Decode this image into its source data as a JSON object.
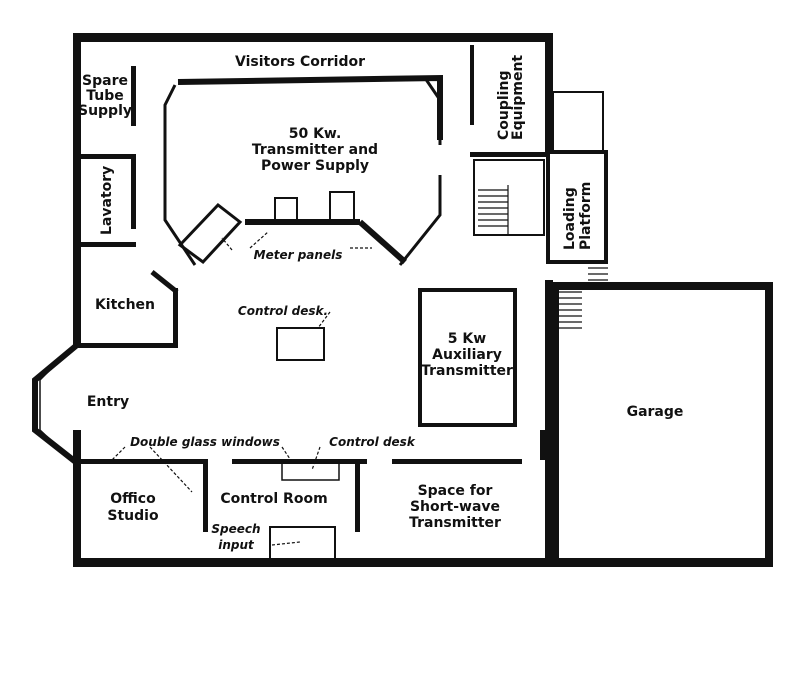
{
  "rooms": {
    "visitors_corridor": "Visitors Corridor",
    "spare_tube_supply": [
      "Spare",
      "Tube",
      "Supply"
    ],
    "transmitter_50kw": [
      "50 Kw.",
      "Transmitter and",
      "Power Supply"
    ],
    "coupling_equipment": [
      "Coupling",
      "Equipment"
    ],
    "lavatory": "Lavatory",
    "loading_platform": [
      "Loading",
      "Platform"
    ],
    "kitchen": "Kitchen",
    "entry": "Entry",
    "auxiliary_transmitter": [
      "5 Kw",
      "Auxiliary",
      "Transmitter"
    ],
    "garage": "Garage",
    "office_studio": [
      "Offico",
      "Studio"
    ],
    "control_room": "Control Room",
    "shortwave_space": [
      "Space for",
      "Short-wave",
      "Transmitter"
    ]
  },
  "annotations": {
    "meter_panels": "Meter panels",
    "control_desk_main": "Control desk.",
    "double_glass_windows": "Double glass windows",
    "control_desk_small": "Control desk",
    "speech_input": [
      "Speech",
      "input"
    ]
  }
}
